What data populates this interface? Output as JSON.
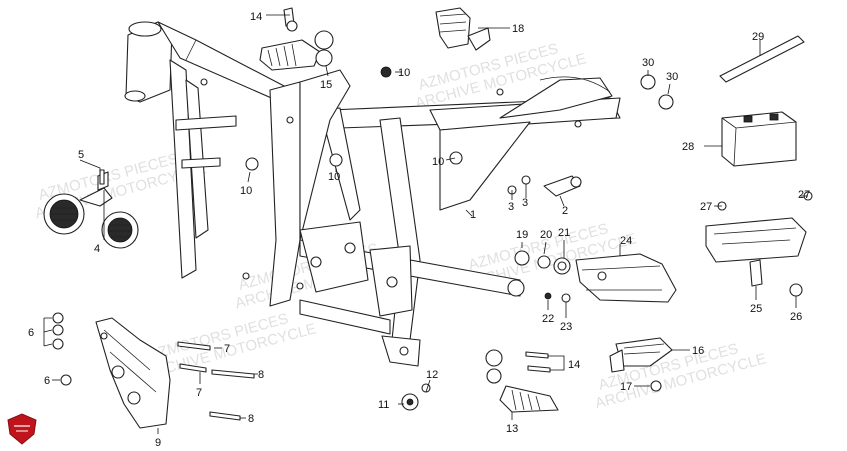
{
  "watermark": {
    "line1": "AZMOTORS PIECES",
    "line2": "ARCHIVE MOTORCYCLE"
  },
  "callouts": {
    "c1": "1",
    "c2": "2",
    "c3a": "3",
    "c3b": "3",
    "c4": "4",
    "c5": "5",
    "c6a": "6",
    "c6b": "6",
    "c7a": "7",
    "c7b": "7",
    "c8a": "8",
    "c8b": "8",
    "c9": "9",
    "c10a": "10",
    "c10b": "10",
    "c10c": "10",
    "c10d": "10",
    "c11": "11",
    "c12": "12",
    "c13": "13",
    "c14a": "14",
    "c14b": "14",
    "c15": "15",
    "c16": "16",
    "c17": "17",
    "c18": "18",
    "c19": "19",
    "c20": "20",
    "c21": "21",
    "c22": "22",
    "c23": "23",
    "c24": "24",
    "c25": "25",
    "c26": "26",
    "c27a": "27",
    "c27b": "27",
    "c28": "28",
    "c29": "29",
    "c30a": "30",
    "c30b": "30"
  },
  "colors": {
    "logo": "#c0141c",
    "line": "#222222"
  },
  "icons": {
    "logo": "shield-logo-icon"
  }
}
